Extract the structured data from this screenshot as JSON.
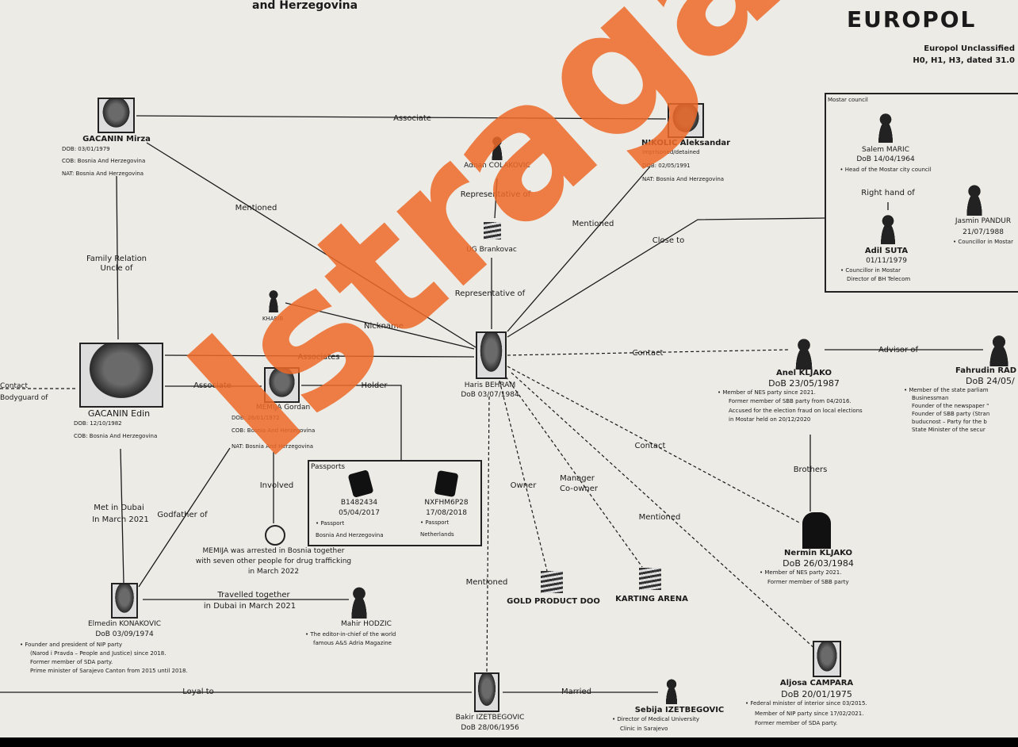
{
  "header": {
    "country_fragment": "and Herzegovina",
    "logo": "EUROPOL",
    "classification": "Europol Unclassified",
    "ref": "H0, H1, H3, dated 31.0"
  },
  "watermark": "Istraga.ba",
  "nodes": {
    "mirza": {
      "name": "GACANIN Mirza",
      "dob": "DOB: 03/01/1979",
      "cob": "COB: Bosnia And Herzegovina",
      "nat": "NAT: Bosnia And Herzegovina"
    },
    "nikolic": {
      "name": "NIKOLIC Aleksandar",
      "status": "Imprisoned/detained",
      "dob": "DOB: 02/05/1991",
      "nat": "NAT: Bosnia And Herzegovina"
    },
    "colakovic": {
      "name": "Adnan COLAKOVIC"
    },
    "ug": {
      "name": "UG Brankovac"
    },
    "council": {
      "title": "Mostar council"
    },
    "maric": {
      "name": "Salem MARIC",
      "dob": "DoB 14/04/1964",
      "info": "Head of the Mostar city council"
    },
    "suta": {
      "name": "Adil SUTA",
      "dob": "01/11/1979",
      "info1": "Councillor in Mostar",
      "info2": "Director of BH Telecom"
    },
    "pandur": {
      "name": "Jasmin PANDUR",
      "dob": "21/07/1988",
      "info": "Councillor in Mostar"
    },
    "khabib": {
      "name": "KHABIB"
    },
    "haris": {
      "name": "Haris BEHRAM",
      "dob": "DoB 03/07/1984"
    },
    "edin": {
      "name": "GACANIN Edin",
      "dob": "DOB: 12/10/1982",
      "cob": "COB: Bosnia And Herzegovina"
    },
    "memija": {
      "name": "MEMIJA Gordan",
      "dob": "DOB: 26/01/1972",
      "cob": "COB: Bosnia And Herzegovina",
      "nat": "NAT: Bosnia And Herzegovina"
    },
    "passports": {
      "title": "Passports",
      "items": [
        {
          "number": "B1482434",
          "date": "05/04/2017",
          "type": "Passport",
          "country": "Bosnia And Herzegovina"
        },
        {
          "number": "NXFHM6P28",
          "date": "17/08/2018",
          "type": "Passport",
          "country": "Netherlands"
        }
      ]
    },
    "arrest": {
      "line1": "MEMIJA was arrested in Bosnia together",
      "line2": "with seven other people for drug trafficking",
      "line3": "in March 2022"
    },
    "anel": {
      "name": "Anel KLJAKO",
      "dob": "DoB 23/05/1987",
      "info": [
        "Member of NES party since 2021.",
        "Former member of SBB party from 04/2016.",
        "Accused for the election fraud on local elections",
        "in Mostar held on 20/12/2020"
      ]
    },
    "fahrudin": {
      "name": "Fahrudin RAD",
      "dob": "DoB 24/05/",
      "info": [
        "Member of the state parliam",
        "Businessman",
        "Founder of the newspaper \"",
        "Founder of SBB party (Stran",
        "buducnost – Party for the b",
        "State Minister of the secur"
      ]
    },
    "nermin": {
      "name": "Nermin KLJAKO",
      "dob": "DoB 26/03/1984",
      "info": [
        "Member of NES party 2021.",
        "Former member of SBB party"
      ]
    },
    "gold": {
      "name": "GOLD PRODUCT DOO"
    },
    "karting": {
      "name": "KARTING ARENA"
    },
    "campara": {
      "name": "Aljosa CAMPARA",
      "dob": "DoB 20/01/1975",
      "info": [
        "Federal minister of interior since 03/2015.",
        "Member of NIP party since 17/02/2021.",
        "Former member of SDA party."
      ]
    },
    "bakir": {
      "name": "Bakir IZETBEGOVIC",
      "dob": "DoB 28/06/1956"
    },
    "sebija": {
      "name": "Sebija IZETBEGOVIC",
      "info1": "Director of Medical University",
      "info2": "Clinic in Sarajevo"
    },
    "elmedin": {
      "name": "Elmedin KONAKOVIC",
      "dob": "DoB 03/09/1974",
      "info": [
        "Founder and president of NIP party",
        "(Narod i Pravda – People and Justice) since 2018.",
        "Former member of SDA party.",
        "Prime minister of Sarajevo Canton from 2015 until 2018."
      ]
    },
    "mahir": {
      "name": "Mahir HODZIC",
      "info1": "The editor-in-chief of the world",
      "info2": "famous A&S Adria Magazine"
    },
    "leftcut": {
      "line1": "Contact",
      "line2": "Bodyguard of"
    }
  },
  "edges": {
    "associate_top": "Associate",
    "mentioned_mirza": "Mentioned",
    "family1": "Family Relation",
    "family2": "Uncle of",
    "mentioned_nikolic": "Mentioned",
    "close_to": "Close to",
    "rep_of1": "Representative of",
    "rep_of2": "Representative of",
    "nickname": "Nickname",
    "associates": "Associates",
    "contact1": "Contact",
    "advisor": "Advisor of",
    "associate": "Associate",
    "holder": "Holder",
    "involved": "Involved",
    "owner": "Owner",
    "manager1": "Manager",
    "manager2": "Co-owner",
    "contact2": "Contact",
    "brothers": "Brothers",
    "mentioned_campara": "Mentioned",
    "dubai1": "Met in Dubai",
    "dubai2": "In March 2021",
    "godfather": "Godfather of",
    "travel1": "Travelled together",
    "travel2": "in Dubai in March 2021",
    "mentioned_bakir": "Mentioned",
    "loyal": "Loyal to",
    "married": "Married",
    "right_hand": "Right hand of"
  }
}
